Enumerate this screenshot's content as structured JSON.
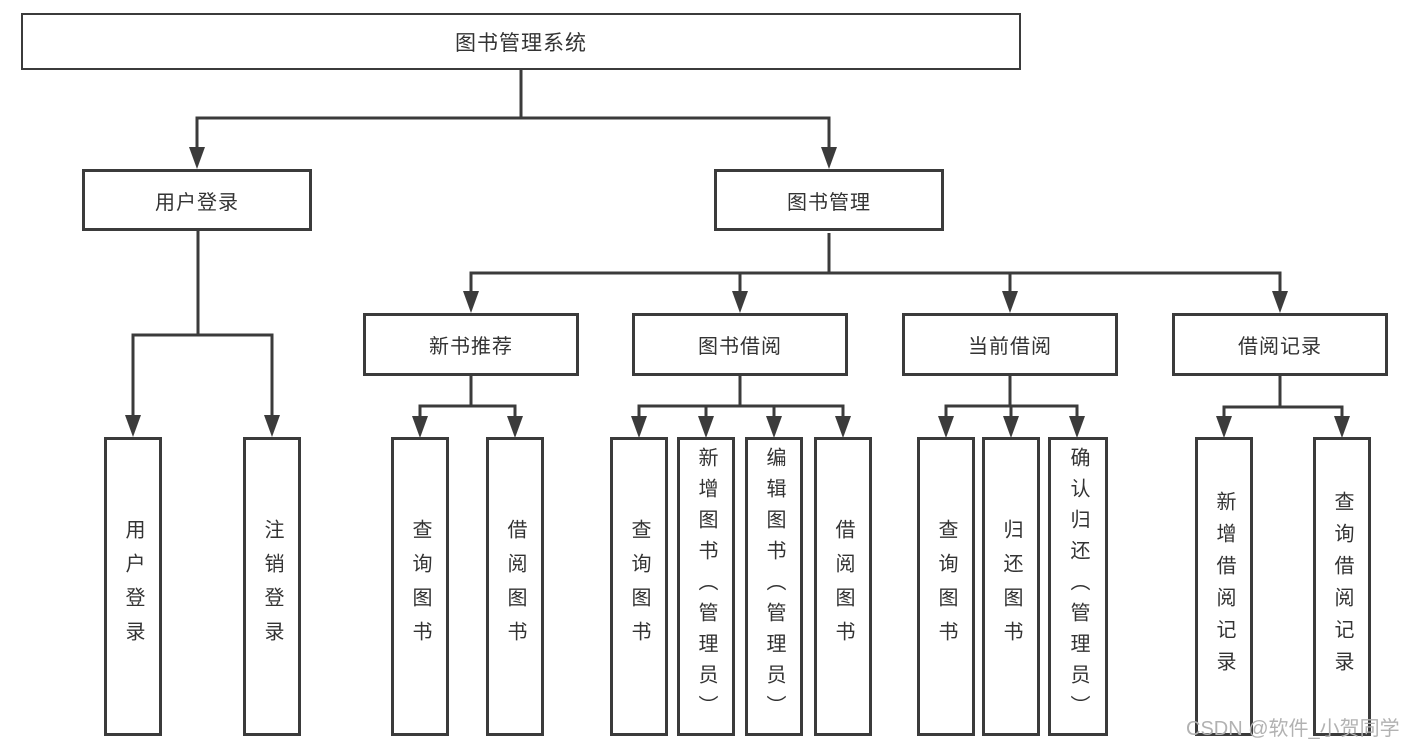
{
  "diagram": {
    "root": "图书管理系统",
    "branches": [
      {
        "label": "用户登录",
        "children": [
          "用户登录",
          "注销登录"
        ]
      },
      {
        "label": "图书管理",
        "children": [
          {
            "label": "新书推荐",
            "children": [
              "查询图书",
              "借阅图书"
            ]
          },
          {
            "label": "图书借阅",
            "children": [
              "查询图书",
              "新增图书（管理员）",
              "编辑图书（管理员）",
              "借阅图书"
            ]
          },
          {
            "label": "当前借阅",
            "children": [
              "查询图书",
              "归还图书",
              "确认归还（管理员）"
            ]
          },
          {
            "label": "借阅记录",
            "children": [
              "新增借阅记录",
              "查询借阅记录"
            ]
          }
        ]
      }
    ]
  },
  "watermark": "CSDN @软件_小贺同学",
  "colors": {
    "line": "#3b3b3b",
    "text": "#333333",
    "node_fill": "#ffffff",
    "watermark": "#b2b2b2",
    "background": "#ffffff"
  }
}
